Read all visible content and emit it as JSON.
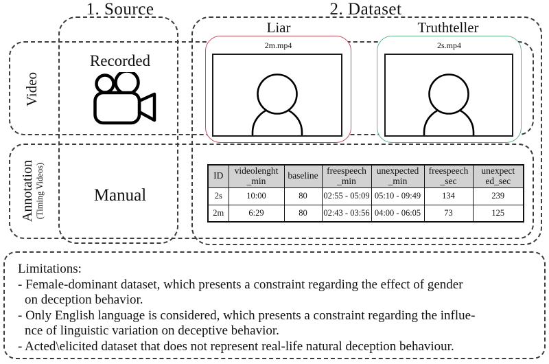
{
  "headers": {
    "source": "1. Source",
    "dataset": "2. Dataset"
  },
  "video_row": {
    "label": "Video",
    "source_method": "Recorded",
    "icon": "video-camera-icon"
  },
  "annotation_row": {
    "label": "Annotation",
    "sublabel": "(Timing Videos)",
    "source_method": "Manual"
  },
  "dataset_panel": {
    "liar": {
      "label": "Liar",
      "filename": "2m.mp4",
      "border_color": "#c04c5c"
    },
    "truthteller": {
      "label": "Truthteller",
      "filename": "2s.mp4",
      "border_color": "#5fb486"
    }
  },
  "table": {
    "header_bg": "#d2d2d2",
    "columns": [
      [
        "ID"
      ],
      [
        "videolenght",
        "_min"
      ],
      [
        "baseline"
      ],
      [
        "freespeech",
        "_min"
      ],
      [
        "unexpected",
        "_min"
      ],
      [
        "freespeech",
        "_sec"
      ],
      [
        "unexpect",
        "ed_sec"
      ]
    ],
    "rows": [
      [
        "2s",
        "10:00",
        "80",
        "02:55 - 05:09",
        "05:10 - 09:49",
        "134",
        "239"
      ],
      [
        "2m",
        "6:29",
        "80",
        "02:43 - 03:56",
        "04:00 - 06:05",
        "73",
        "125"
      ]
    ]
  },
  "limitations": {
    "title": "Limitations:",
    "lines": [
      "- Female-dominant dataset, which presents a constraint regarding the effect of gender",
      "on deception behavior.",
      "- Only English language is considered, which presents a constraint regarding the influe-",
      "nce of linguistic variation on deceptive behavior.",
      "- Acted\\elicited dataset that does not represent real-life natural deception behaviour."
    ]
  }
}
